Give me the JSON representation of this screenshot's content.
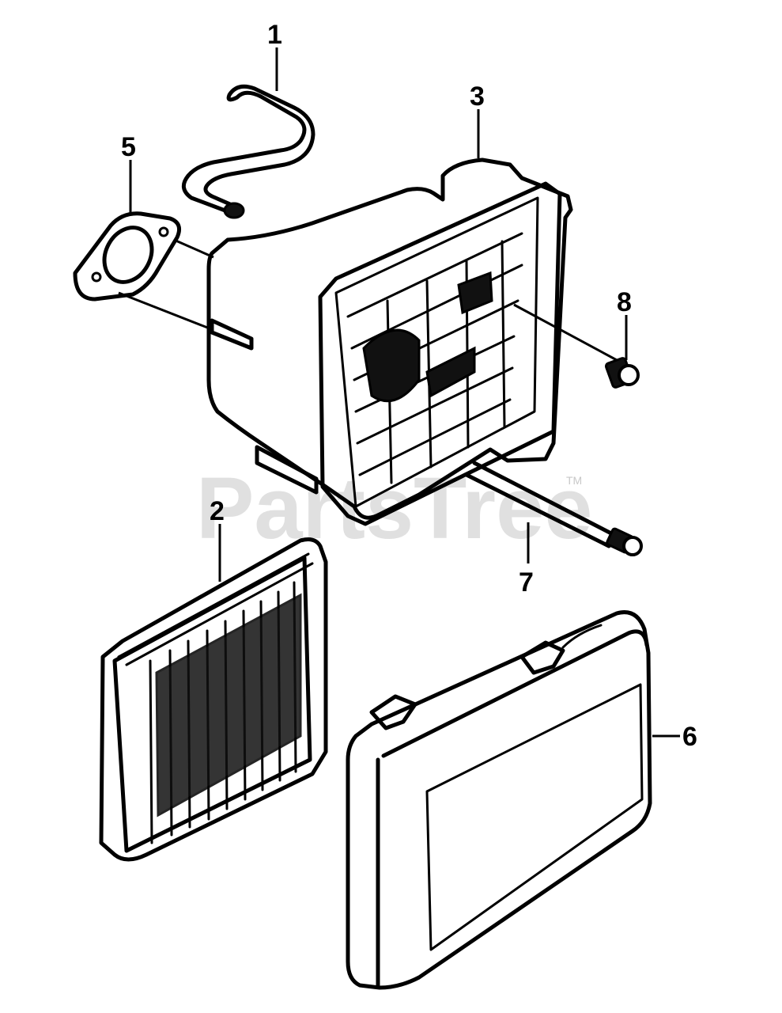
{
  "watermark": {
    "text": "PartsTree",
    "tm": "TM"
  },
  "callouts": {
    "c1": "1",
    "c2": "2",
    "c3": "3",
    "c5": "5",
    "c6": "6",
    "c7": "7",
    "c8": "8"
  }
}
